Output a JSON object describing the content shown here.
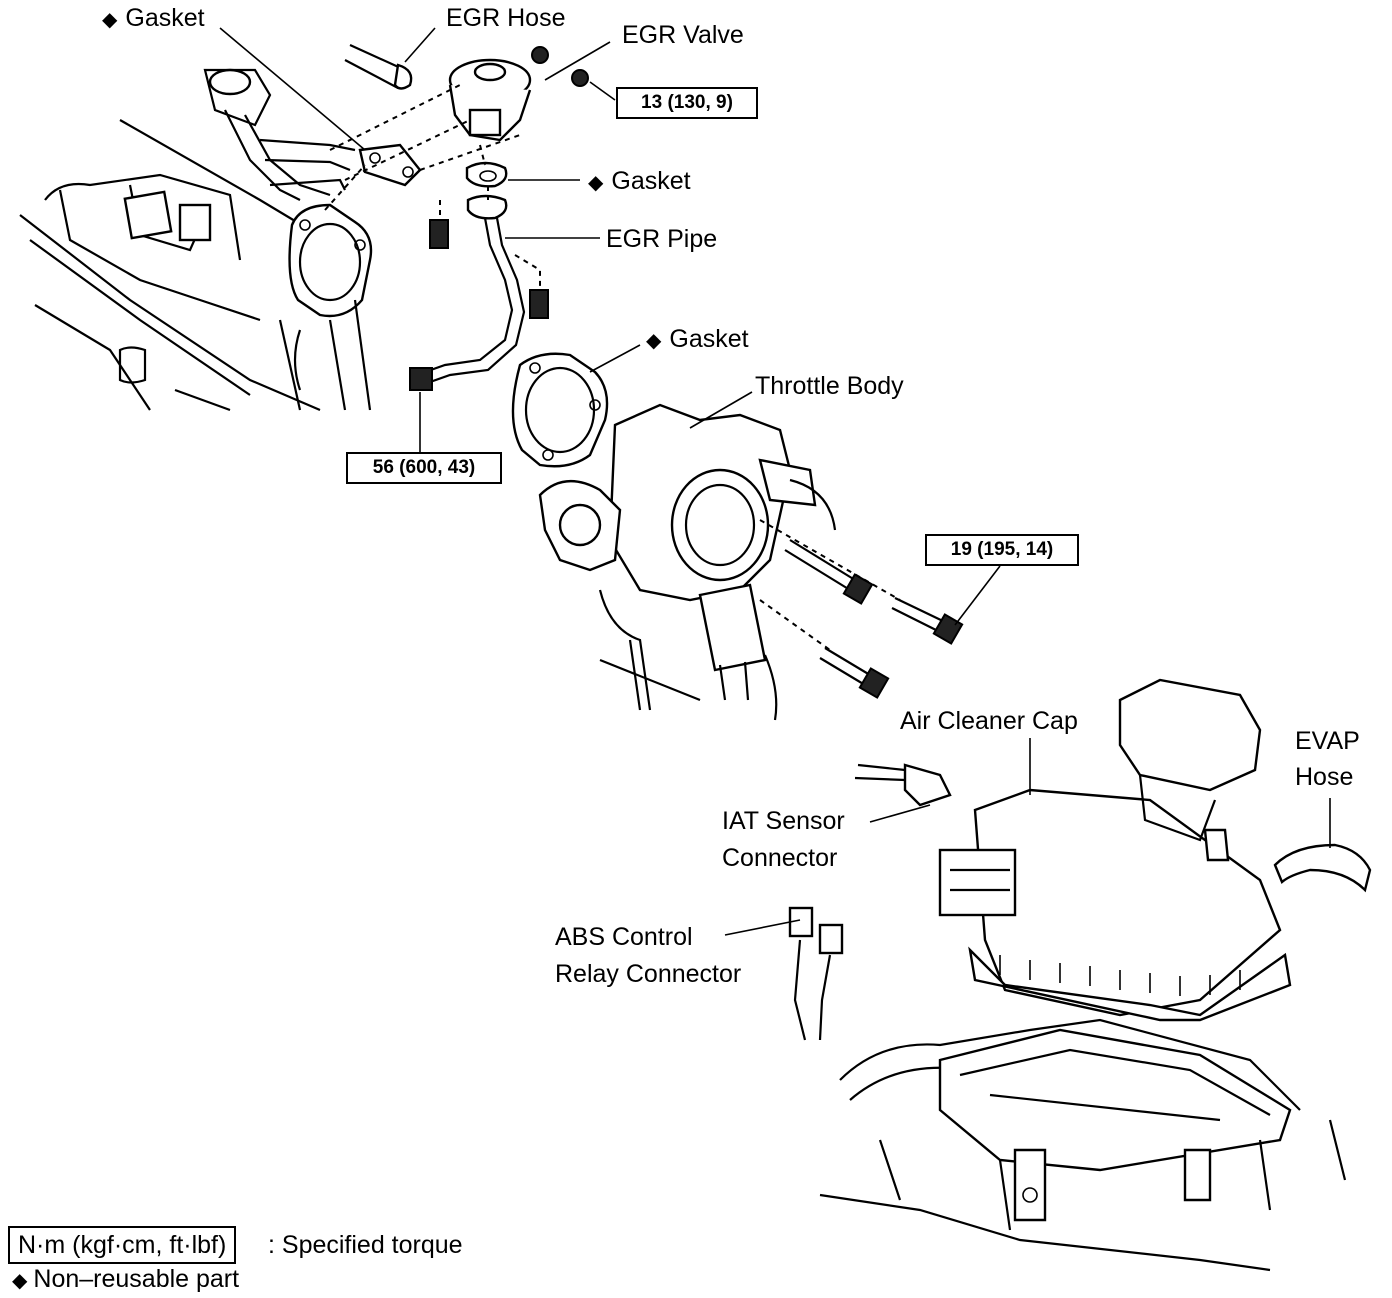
{
  "labels": {
    "gasket_1": "Gasket",
    "egr_hose": "EGR Hose",
    "egr_valve": "EGR Valve",
    "gasket_2": "Gasket",
    "egr_pipe": "EGR Pipe",
    "gasket_3": "Gasket",
    "throttle_body": "Throttle Body",
    "air_cleaner_cap": "Air Cleaner Cap",
    "evap_hose_1": "EVAP",
    "evap_hose_2": "Hose",
    "iat_sensor_1": "IAT Sensor",
    "iat_sensor_2": "Connector",
    "abs_relay_1": "ABS Control",
    "abs_relay_2": "Relay Connector"
  },
  "torques": {
    "egr_valve_nut": "13 (130, 9)",
    "egr_pipe_union": "56 (600, 43)",
    "throttle_body_bolt": "19 (195, 14)"
  },
  "legend": {
    "torque_units": "N·m (kgf·cm, ft·lbf)",
    "torque_desc": ": Specified torque",
    "non_reusable": "Non–reusable part"
  },
  "symbols": {
    "non_reusable_mark": "◆"
  }
}
